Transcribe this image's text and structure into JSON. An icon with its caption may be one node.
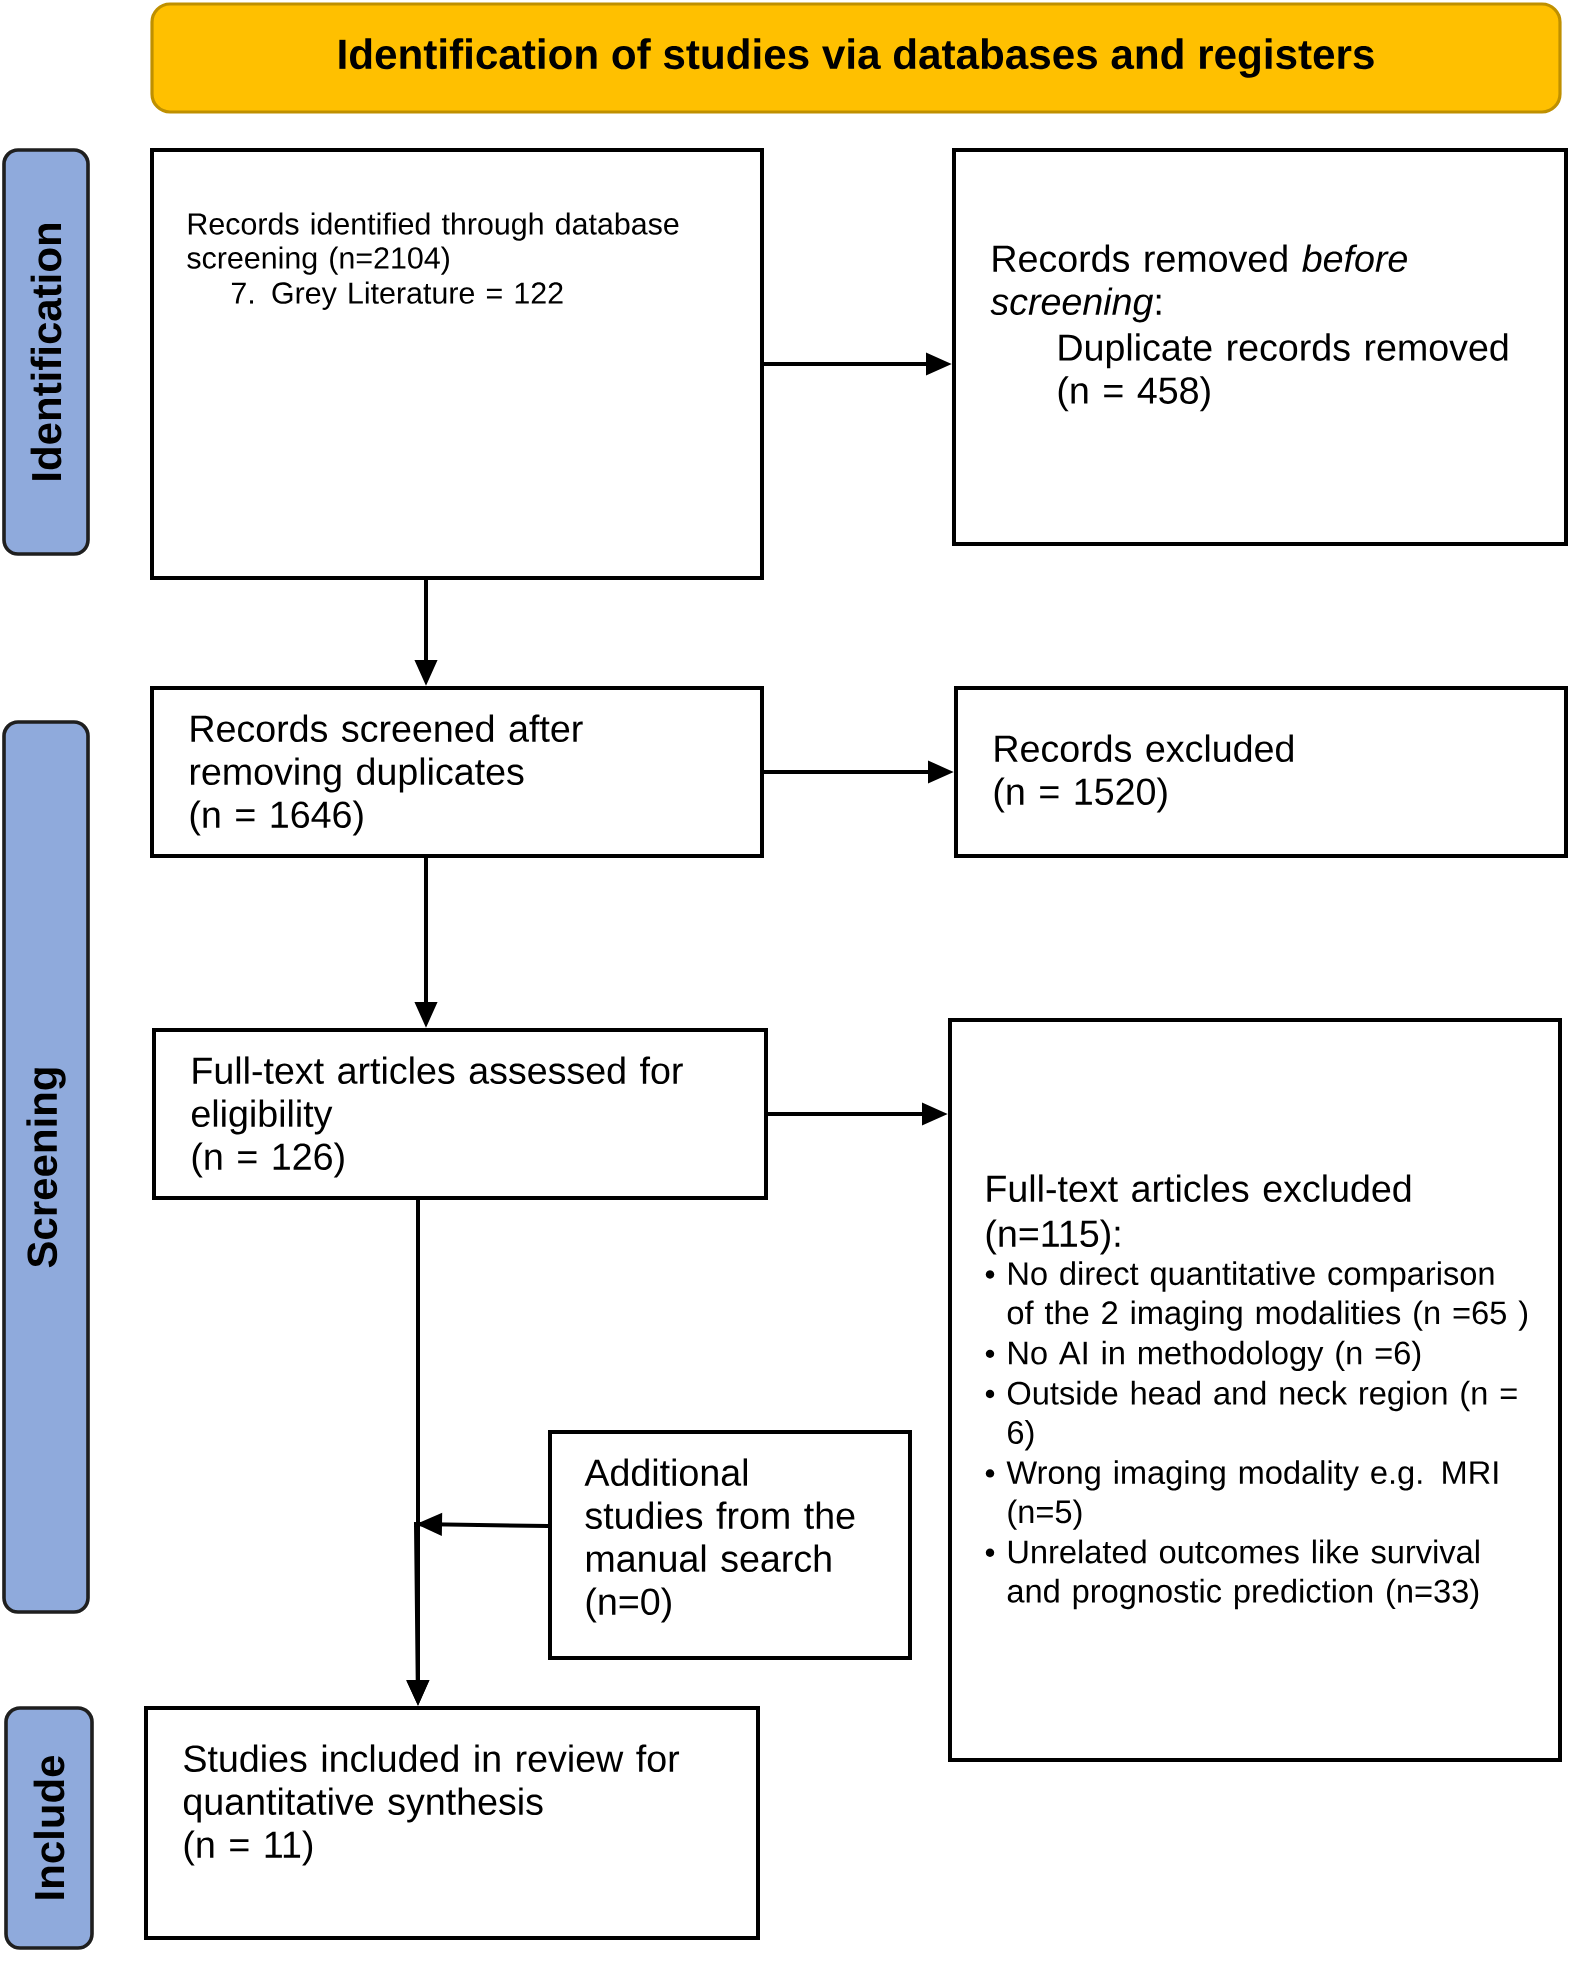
{
  "diagram": {
    "nodes": [
      {
        "text": [
          "Identification of studies via databases and registers"
        ]
      },
      {
        "text": [
          "Identification"
        ]
      },
      {
        "text": [
          "Records identified through database screening (n=2104)",
          "7. Grey Literature = 122"
        ]
      },
      {
        "text": [
          "Records removed *before screening*:",
          "Duplicate records removed (n = 458)"
        ]
      },
      {
        "text": [
          "Screening"
        ]
      },
      {
        "text": [
          "Records screened after removing duplicates (n = 1646)"
        ]
      },
      {
        "text": [
          "Records excluded (n = 1520)"
        ]
      },
      {
        "text": [
          "Full-text articles assessed for eligibility (n = 126)"
        ]
      },
      {
        "text": [
          "Full-text articles excluded (n=115):",
          "No direct quantitative comparison of the 2 imaging modalities (n =65 )",
          "No AI in methodology (n =6)",
          "Outside head and neck region (n = 6)",
          "Wrong imaging modality e.g. MRI (n=5)",
          "Unrelated outcomes like survival and prognostic prediction (n=33)"
        ]
      },
      {
        "text": [
          "Additional studies from the manual search (n=0)"
        ]
      },
      {
        "text": [
          "Include"
        ]
      },
      {
        "text": [
          "Studies included in review for quantitative synthesis (n = 11)"
        ]
      }
    ],
    "edges": [
      {
        "from": 2,
        "to": 3,
        "arrow": "to"
      },
      {
        "from": 2,
        "to": 5,
        "arrow": "to"
      },
      {
        "from": 5,
        "to": 6,
        "arrow": "to"
      },
      {
        "from": 5,
        "to": 7,
        "arrow": "to"
      },
      {
        "from": 7,
        "to": 8,
        "arrow": "to"
      },
      {
        "from": 7,
        "to": 11,
        "arrow": "to"
      },
      {
        "from": 9,
        "to": 11,
        "arrow": "to"
      }
    ]
  }
}
